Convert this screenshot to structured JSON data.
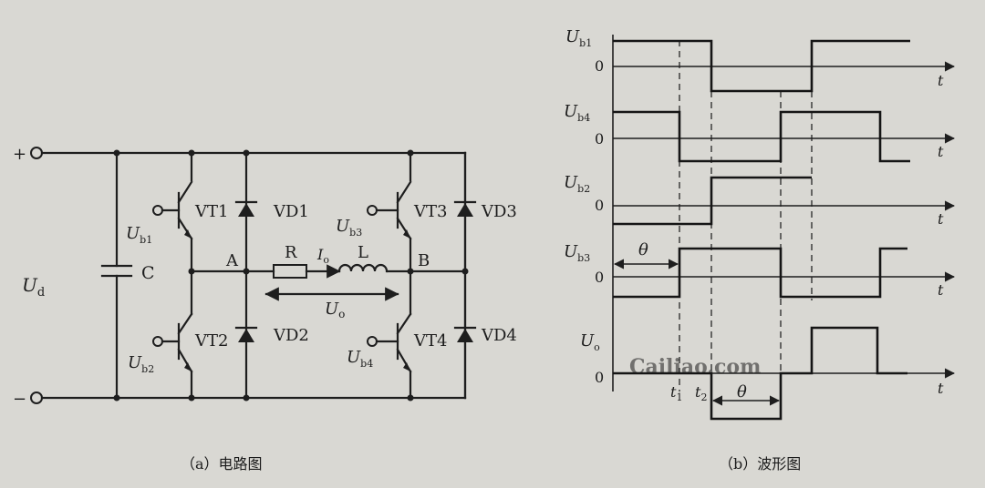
{
  "circuit": {
    "plus_terminal": "+",
    "minus_terminal": "−",
    "source_voltage": "Ud",
    "capacitor": "C",
    "transistors": [
      {
        "name": "VT1",
        "base": "Ub1"
      },
      {
        "name": "VT2",
        "base": "Ub2"
      },
      {
        "name": "VT3",
        "base": "Ub3"
      },
      {
        "name": "VT4",
        "base": "Ub4"
      }
    ],
    "diodes": [
      "VD1",
      "VD2",
      "VD3",
      "VD4"
    ],
    "node_a": "A",
    "node_b": "B",
    "resistor": "R",
    "inductor": "L",
    "current": "Io",
    "output_voltage": "Uo",
    "caption": "（a）电路图"
  },
  "waveforms": {
    "traces": [
      {
        "label": "Ub1",
        "zero": "0",
        "time_axis": "t"
      },
      {
        "label": "Ub4",
        "zero": "0",
        "time_axis": "t"
      },
      {
        "label": "Ub2",
        "zero": "0",
        "time_axis": "t"
      },
      {
        "label": "Ub3",
        "zero": "0",
        "time_axis": "t"
      },
      {
        "label": "Uo",
        "zero": "0",
        "time_axis": "t"
      }
    ],
    "theta": "θ",
    "t1": "t1",
    "t2": "t2",
    "caption": "（b）波形图"
  },
  "watermark": "Cailiao.com"
}
